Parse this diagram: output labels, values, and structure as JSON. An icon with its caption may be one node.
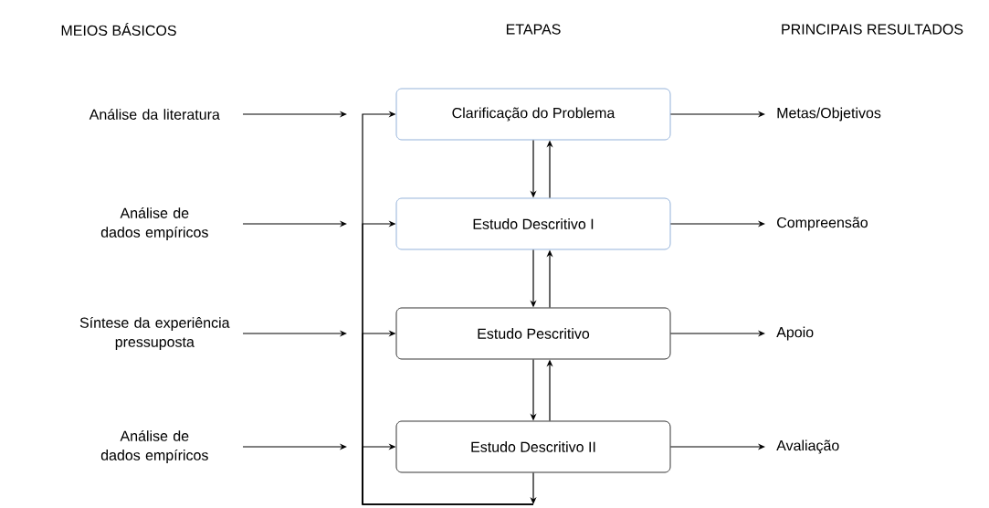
{
  "diagram": {
    "nodes": [
      {
        "text": [
          "Análise da literatura"
        ]
      },
      {
        "text": [
          "Clarificação do Problema"
        ]
      },
      {
        "text": [
          "Metas/Objetivos"
        ]
      },
      {
        "text": [
          "Análise de dados empíricos"
        ]
      },
      {
        "text": [
          "Estudo Descritivo I"
        ]
      },
      {
        "text": [
          "Compreensão"
        ]
      },
      {
        "text": [
          "Síntese da experiência pressuposta"
        ]
      },
      {
        "text": [
          "Estudo Pescritivo"
        ]
      },
      {
        "text": [
          "Apoio"
        ]
      },
      {
        "text": [
          "Análise de dados empíricos"
        ]
      },
      {
        "text": [
          "Estudo Descritivo II"
        ]
      },
      {
        "text": [
          "Avaliação"
        ]
      }
    ],
    "edges": [
      {
        "from": 0,
        "to": null,
        "arrow": "to"
      },
      {
        "from": 3,
        "to": null,
        "arrow": "to"
      },
      {
        "from": 6,
        "to": null,
        "arrow": "to"
      },
      {
        "from": 9,
        "to": null,
        "arrow": "to"
      },
      {
        "from": 1,
        "to": 2,
        "arrow": "to"
      },
      {
        "from": 4,
        "to": 5,
        "arrow": "to"
      },
      {
        "from": 7,
        "to": 8,
        "arrow": "to"
      },
      {
        "from": 10,
        "to": 11,
        "arrow": "to"
      },
      {
        "from": 1,
        "to": 4,
        "arrow": "to"
      },
      {
        "from": 4,
        "to": 1,
        "arrow": "to"
      },
      {
        "from": 4,
        "to": 7,
        "arrow": "to"
      },
      {
        "from": 7,
        "to": 4,
        "arrow": "to"
      },
      {
        "from": 7,
        "to": 10,
        "arrow": "to"
      },
      {
        "from": 10,
        "to": 7,
        "arrow": "to"
      },
      {
        "from": 10,
        "to": null,
        "arrow": "to"
      },
      {
        "from": null,
        "to": 1,
        "arrow": "to"
      },
      {
        "from": null,
        "to": 4,
        "arrow": "to"
      },
      {
        "from": null,
        "to": 7,
        "arrow": "to"
      },
      {
        "from": null,
        "to": 10,
        "arrow": "to"
      }
    ],
    "labels": [
      "MEIOS BÁSICOS",
      "ETAPAS",
      "PRINCIPAIS RESULTADOS"
    ]
  }
}
